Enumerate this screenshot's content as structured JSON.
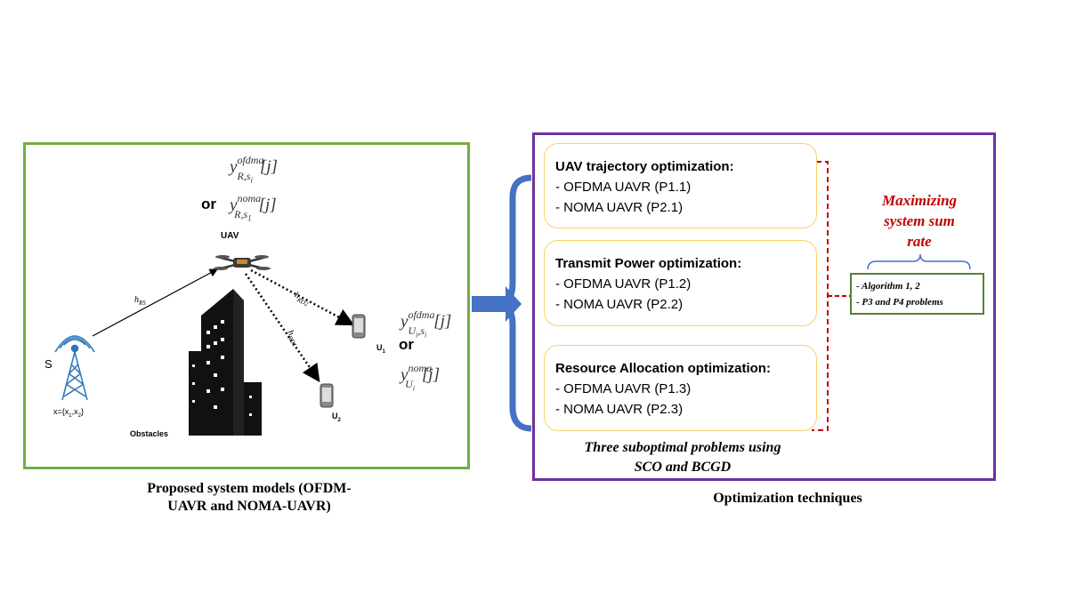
{
  "system_model": {
    "caption_line1": "Proposed system models (OFDM-",
    "caption_line2": "UAVR and NOMA-UAVR)",
    "uav_label": "UAV",
    "or_label": "or",
    "source_label": "S",
    "source_signal": "x={x",
    "source_signal_sub1": "1",
    "source_signal_sep": ",x",
    "source_signal_sub2": "2",
    "source_signal_end": "}",
    "obstacles_label": "Obstacles",
    "user1_label": "U",
    "user1_sub": "1",
    "user2_label": "U",
    "user2_sub": "2",
    "channel_rs": "h",
    "channel_rs_sub": "RS",
    "channel_rd1": "h",
    "channel_rd1_sub": "RD1",
    "channel_rd2": "h",
    "channel_rd2_sub": "RD2",
    "eq_relay_ofdma": {
      "base": "y",
      "sup": "ofdma",
      "sub": "R,s",
      "sub2": "i",
      "arg": "[j]"
    },
    "eq_relay_noma": {
      "base": "y",
      "sup": "noma",
      "sub": "R,s",
      "sub2": "1",
      "arg": "[j]"
    },
    "eq_user_ofdma": {
      "base": "y",
      "sup": "ofdma",
      "sub": "U",
      "sub2": "i",
      "sub3": ",s",
      "sub4": "i",
      "arg": "[j]"
    },
    "eq_user_noma": {
      "base": "y",
      "sup": "noma",
      "sub": "U",
      "sub2": "i",
      "arg": "[j]"
    }
  },
  "optimization": {
    "caption": "Optimization  techniques",
    "boxes": [
      {
        "title": "UAV trajectory optimization:",
        "items": [
          "- OFDMA UAVR (P1.1)",
          "- NOMA UAVR (P2.1)"
        ]
      },
      {
        "title": "Transmit  Power optimization:",
        "items": [
          "- OFDMA UAVR (P1.2)",
          "- NOMA UAVR (P2.2)"
        ]
      },
      {
        "title": "Resource Allocation optimization:",
        "items": [
          "- OFDMA UAVR (P1.3)",
          "- NOMA UAVR (P2.3)"
        ]
      }
    ],
    "objective_line1": "Maximizing",
    "objective_line2": "system sum",
    "objective_line3": "rate",
    "algorithms": [
      "- Algorithm 1, 2",
      "- P3 and P4 problems"
    ],
    "subtitle_line1": "Three suboptimal problems using",
    "subtitle_line2": "SCO and BCGD"
  },
  "colors": {
    "left_border": "#70ad47",
    "right_border": "#7030a0",
    "box_border": "#f5d36a",
    "brace_blue": "#4472c4",
    "dashed_red": "#c00000",
    "objective_red": "#c00000",
    "algo_border": "#548235"
  }
}
